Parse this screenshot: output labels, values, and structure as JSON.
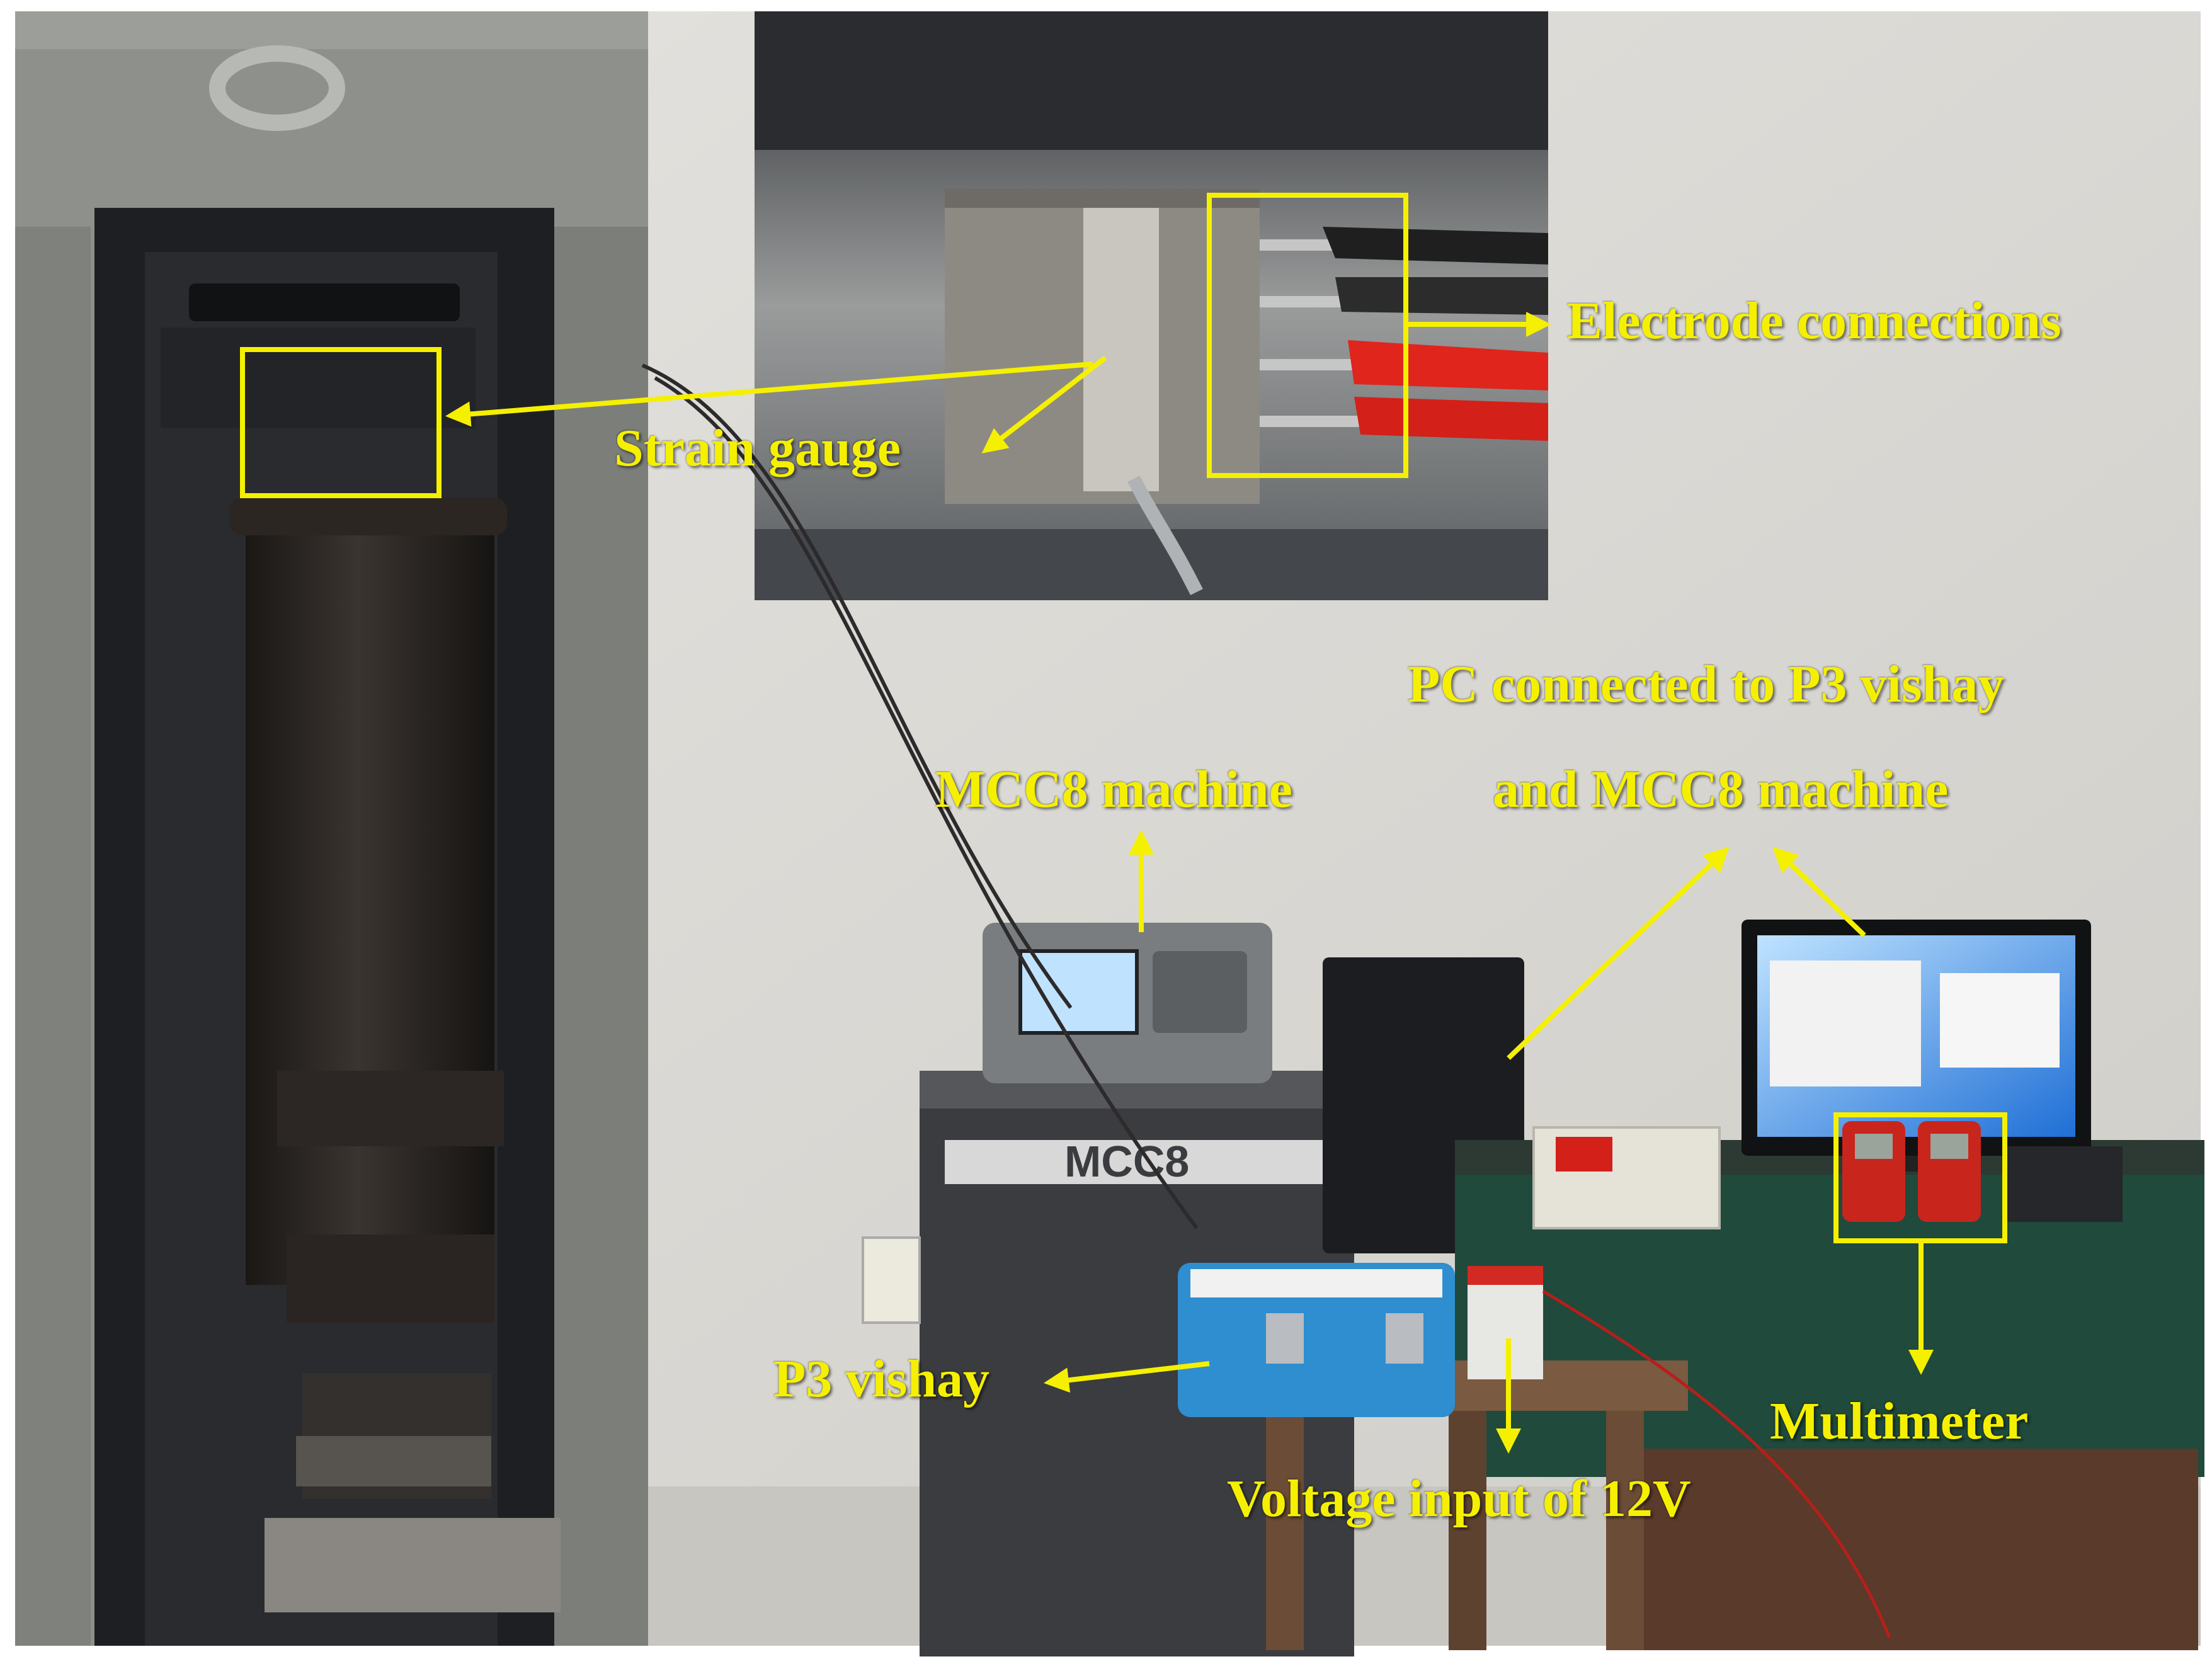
{
  "colors": {
    "annotation": "#f5f000",
    "wall": "#d9d8d3",
    "machine_frame": "#8f928c",
    "dark": "#1b1c1f",
    "blue_box": "#2f8ecf",
    "clip_red": "#e0251c"
  },
  "labels": {
    "electrode": "Electrode connections",
    "strain": "Strain gauge",
    "pc_line1": "PC connected to P3 vishay",
    "pc_line2": "and MCC8 machine",
    "mcc8": "MCC8 machine",
    "p3": "P3 vishay",
    "voltage": "Voltage input of 12V",
    "multimeter": "Multimeter"
  },
  "device_marks": {
    "mcc8_panel": "MCC8"
  },
  "icons": [
    "arrow-icon"
  ]
}
